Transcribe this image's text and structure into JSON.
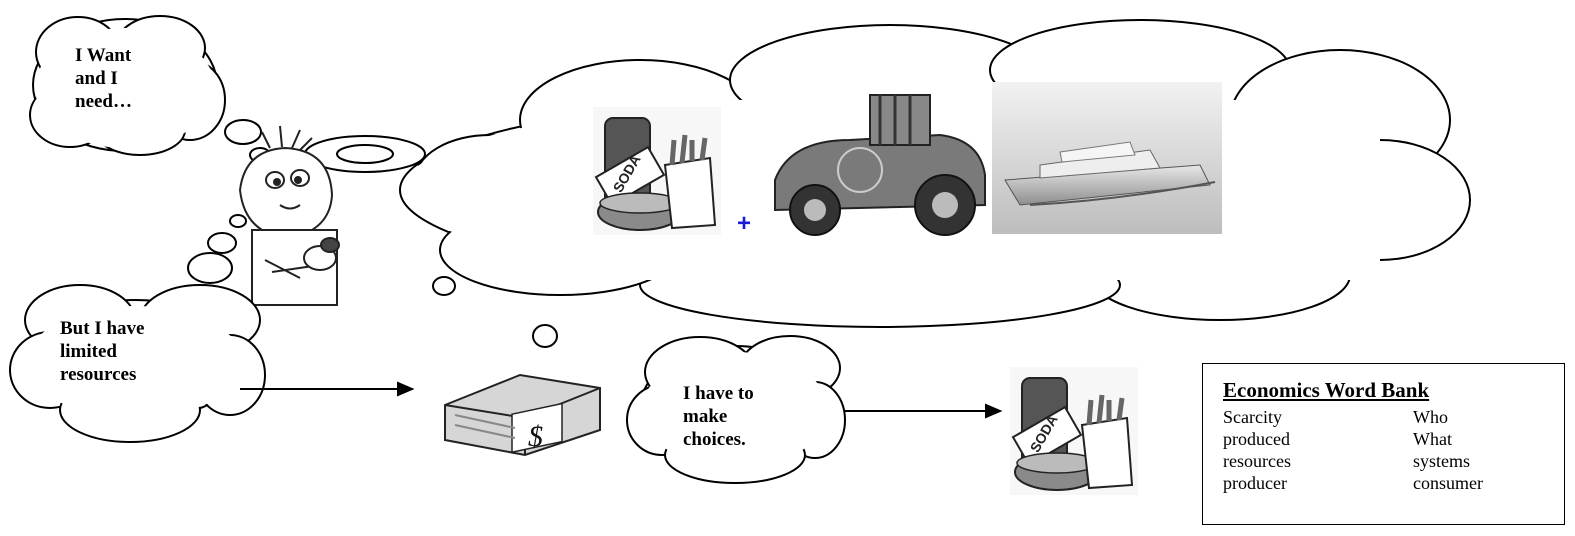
{
  "bubbles": {
    "want": [
      "I Want",
      "and I",
      "need…"
    ],
    "limited": [
      "But I have",
      "limited",
      "resources"
    ],
    "choices": [
      "I have to",
      "make",
      "choices."
    ]
  },
  "plus_sign": "+",
  "images": {
    "soda_label": "SODA",
    "money_symbol": "$"
  },
  "word_bank": {
    "title": "Economics Word Bank",
    "left": [
      "Scarcity",
      "produced",
      "resources",
      "producer"
    ],
    "right": [
      "Who",
      "What",
      "systems",
      "consumer"
    ]
  }
}
